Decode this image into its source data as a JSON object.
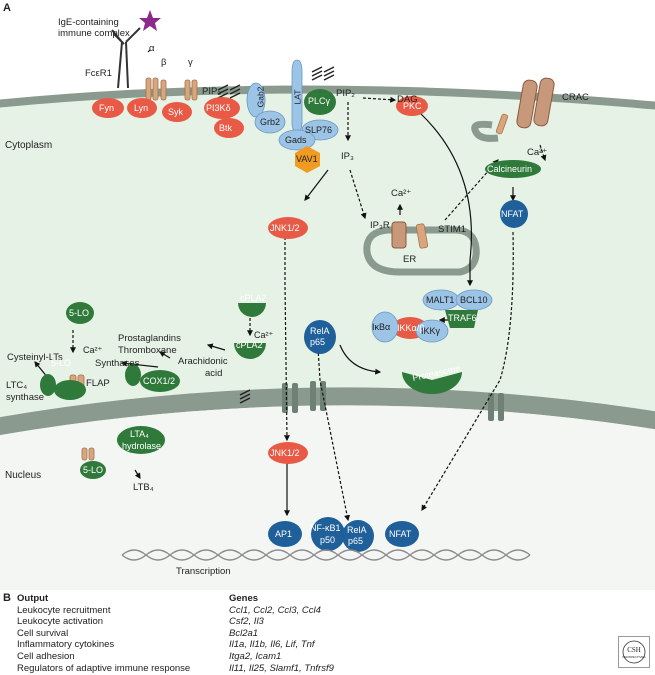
{
  "panel_a": "A",
  "panel_b": "B",
  "labels": {
    "ige_complex": "IgE-containing immune complex",
    "fceri": "FcεR1",
    "alpha": "α",
    "beta": "β",
    "gamma": "γ",
    "fyn": "Fyn",
    "lyn": "Lyn",
    "syk": "Syk",
    "pip3": "PIP₃",
    "pi3k": "PI3Kδ",
    "btk": "Btk",
    "gab2": "Gab2",
    "grb2": "Grb2",
    "lat": "LAT",
    "plcg": "PLCγ",
    "slp76": "SLP76",
    "gads": "Gads",
    "vav1": "VAV1",
    "pip2": "PIP₂",
    "dag": "DAG",
    "pkc": "PKC",
    "crac": "CRAC",
    "cytoplasm": "Cytoplasm",
    "ip3": "IP₃",
    "ca_top": "Ca²⁺",
    "calcineurin": "Calcineurin",
    "ca_er": "Ca²⁺",
    "ip3r": "IP₃R",
    "stim1": "STIM1",
    "er": "ER",
    "jnk_cyto": "JNK1/2",
    "nfat_cyto": "NFAT",
    "cpla2_a": "cPLA2",
    "malt1": "MALT1",
    "bcl10": "BCL10",
    "traf6": "TRAF6",
    "five_lo_a": "5-LO",
    "ca_5lo": "Ca²⁺",
    "ca_cpla2": "Ca²⁺",
    "prostaglandins": "Prostaglandins",
    "thromboxane": "Thromboxane",
    "relA_cyto": "RelA",
    "p65_cyto": "p65",
    "ikba": "IκBα",
    "ikkab": "IKKα/β",
    "ikkg": "IKKγ",
    "proteasome": "Proteasome",
    "cysteinyl": "Cysteinyl-LTs",
    "five_lo_b": "5-LO",
    "synthases": "Synthases",
    "cpla2_b": "cPLA2",
    "arachidonic": "Arachidonic",
    "acid": "acid",
    "ltc4": "LTC₄",
    "synthase": "synthase",
    "flap": "FLAP",
    "cox": "COX1/2",
    "five_lo_c": "5-LO",
    "lta4": "LTA₄",
    "hydrolase": "hydrolase",
    "nucleus": "Nucleus",
    "jnk_nuc": "JNK1/2",
    "ltb4": "LTB₄",
    "ap1": "AP1",
    "nfkb": "NF-κB1",
    "p50": "p50",
    "relA_nuc": "RelA",
    "p65_nuc": "p65",
    "nfat_nuc": "NFAT",
    "transcription": "Transcription"
  },
  "table": {
    "header": {
      "output": "Output",
      "genes": "Genes"
    },
    "rows": [
      {
        "output": "Leukocyte recruitment",
        "genes": "Ccl1, Ccl2, Ccl3, Ccl4"
      },
      {
        "output": "Leukocyte activation",
        "genes": "Csf2, Il3"
      },
      {
        "output": "Cell survival",
        "genes": "Bcl2a1"
      },
      {
        "output": "Inflammatory cytokines",
        "genes": "Il1a, Il1b, Il6, Lif, Tnf"
      },
      {
        "output": "Cell adhesion",
        "genes": "Itga2, Icam1"
      },
      {
        "output": "Regulators of adaptive immune response",
        "genes": "Il11, Il25, Slamf1, Tnfrsf9"
      }
    ]
  },
  "logo": {
    "text": "CSH",
    "subtext": "PERSPECTIVES"
  },
  "colors": {
    "red": "#e85a45",
    "dark_green": "#2f7a3a",
    "blue_dark": "#1f5f9a",
    "blue_light": "#9cc4e6",
    "orange": "#f29b22",
    "tan": "#d9a57d",
    "cytoplasm": "#e6f2e6",
    "membrane": "#8a9a8e",
    "purple": "#8b2a8b"
  }
}
